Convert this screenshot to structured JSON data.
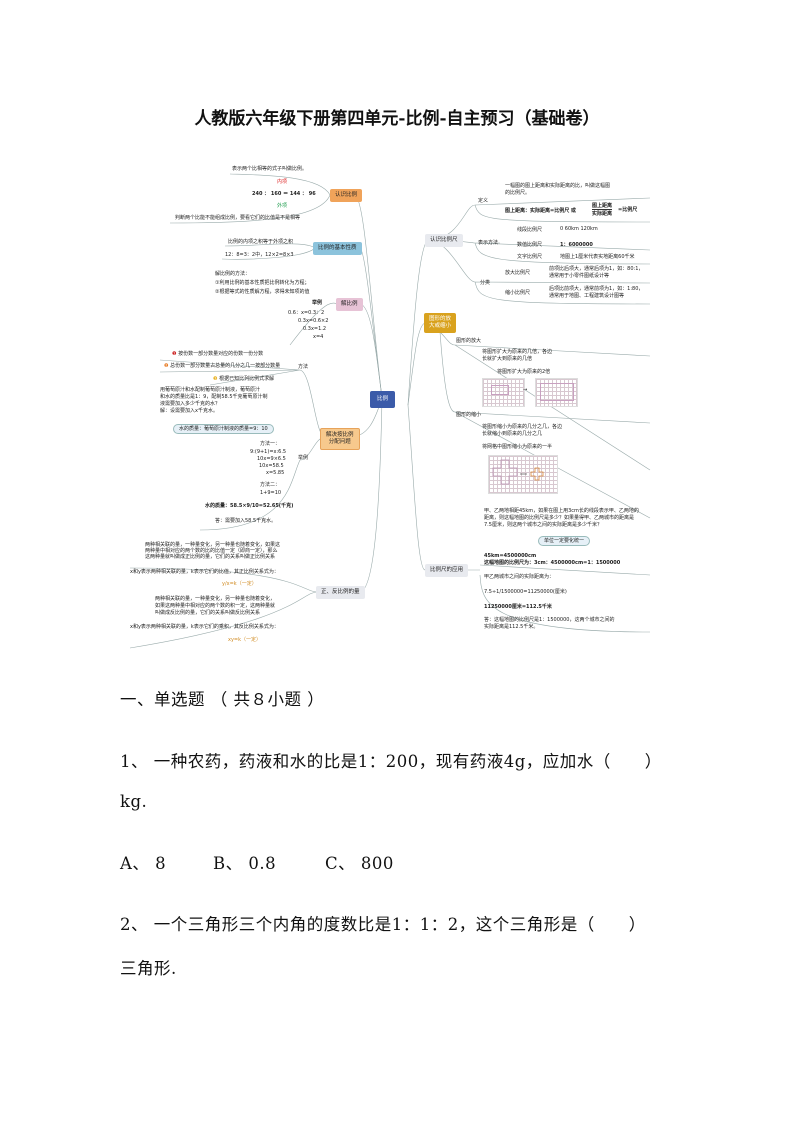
{
  "title": "人教版六年级下册第四单元-比例-自主预习（基础卷）",
  "mindmap": {
    "center": "比例",
    "colors": {
      "center": "#3b5ba9",
      "orange": "#f0a35a",
      "blue": "#8cc3dc",
      "pink": "#e7c3d6",
      "gold": "#d9a21e",
      "grey": "#e8eaef"
    },
    "left": {
      "n1": "认识比例",
      "n1_items": [
        "表示两个比相等的式子叫做比例。",
        "内项",
        "240 ： 160 ＝ 144 ： 96",
        "外项",
        "判断两个比能不能组成比例，要看它们的比值是不是相等"
      ],
      "n2": "比例的基本性质",
      "n2_items": [
        "比例的内项之积等于外项之积",
        "12：8=3：2中，12×2=8×3"
      ],
      "n3": "解比例",
      "n3_items": [
        "解比例的方法：",
        "①利用比例的基本性质把比例转化为方程；",
        "②根据等式的性质解方程，求得未知项的值",
        "举例",
        "0.6：x=0.3：2",
        "0.3x=0.6×2",
        "0.3x=1.2",
        "x=4"
      ],
      "n4": [
        "解决按比例",
        "分配问题"
      ],
      "n4_method": "方法",
      "n4_methods": [
        "按份数一部分数量对应的份数一份分数",
        "总份数一部分数量占总量的几分之几一按部分数量",
        "根据已知比列比例式求解"
      ],
      "n4_example": "举例",
      "n4_problem": [
        "用葡萄原汁和水配制葡萄原汁制液，葡萄原汁",
        "和水的质量比是1：9，配制58.5千克葡萄原汁制",
        "液需要加入多少千克的水？",
        "解：设需要加入x千克水。"
      ],
      "n4_bubble": "水的质量：葡萄原汁制液的质量=9：10",
      "n4_m1": [
        "方法一：",
        "9:(9+1)=x:6.5",
        "10x=9×6.5",
        "10x=58.5",
        "x=5.85"
      ],
      "n4_m2": [
        "方法二：",
        "1+9=10"
      ],
      "n4_calc": "水的质量：58.5×9/10=52.65(千克)",
      "n4_answer": "答：需要加入58.5千克水。",
      "n5": "正、反比例的量",
      "n5_items": [
        "两种相关联的量，一种量变化，另一种量也随着变化，如果这",
        "两种量中相对应的两个数的比的比值一定（即商一定），那么",
        "这两种量就叫做成正比例的量，它们的关系叫做正比例关系",
        "x和y表示两种相关联的量，k表示它们的比值，其正比例关系式为：",
        "y/x=k（一定）",
        "两种相关联的量，一种量变化，另一种量也随着变化，",
        "如果这两种量中相对应的两个数的积一定，这两种量就",
        "叫做成反比例的量，它们的关系叫做反比例关系",
        "x和y表示两种相关联的量，k表示它们的乘积，其反比例关系式为：",
        "xy=k（一定）"
      ]
    },
    "right": {
      "n1": "认识比例尺",
      "def": "定义",
      "def_items": [
        "一幅图的图上距离和实际距离的比，叫做这幅图",
        "的比例尺。",
        "图上距离：实际距离=比例尺  或",
        "图上距离",
        "实际距离",
        "=比例尺"
      ],
      "show": "表示方法",
      "show_items": [
        "线段比例尺",
        "0   60km   120km",
        "数值比例尺",
        "1：6000000",
        "文字比例尺",
        "地图上1厘米代表实地距离60千米"
      ],
      "cls": "分类",
      "cls_items": [
        "放大比例尺",
        "前项比后项大，通常后项为1，如：80:1，",
        "通常用于小零件图纸设计等",
        "缩小比例尺",
        "后项比前项大，通常前项为1，如：1:80，",
        "通常用于地图、工程建筑设计图等"
      ],
      "n2": [
        "图形的放",
        "大或缩小"
      ],
      "enl": "图形的放大",
      "enl_items": [
        "将图形扩大为原来的几倍，各边",
        "长就扩大到原来的几倍",
        "将图形扩大为原来的2倍"
      ],
      "shr": "图形的缩小",
      "shr_items": [
        "将图形缩小为原来的几分之几，各边",
        "长就缩小到原来的几分之几",
        "将网格中图形缩小为原来的一半"
      ],
      "n3": "比例尺的应用",
      "app_problem": [
        "甲、乙两地相距45km，如果在图上用3cm长的线段表示甲、乙两地的",
        "距离，则这幅地图的比例尺是多少？如果量得甲、乙两城市的距离是",
        "7.5厘米，则这两个城市之间的实际距离是多少千米？"
      ],
      "app_bubble": "单位一定要化统一",
      "app_items": [
        "45km=4500000cm",
        "这幅地图的比例尺为：3cm：4500000cm=1：1500000",
        "甲乙两城市之间的实际距离为：",
        "7.5÷1/1500000=11250000(厘米)",
        "11250000厘米=112.5千米",
        "答：这幅地图的比例尺是1：1500000，这两个城市之间的",
        "实际距离是112.5千米。"
      ]
    }
  },
  "section": "一、单选题 （ 共８小题 ）",
  "questions": [
    {
      "stem": "1、 一种农药，药液和水的比是1：200，现有药液4g，应加水（　　）",
      "stem2": "kg.",
      "options": [
        "A、 8",
        "B、 0.8",
        "C、 800"
      ]
    },
    {
      "stem": "2、 一个三角形三个内角的度数比是1：1：2，这个三角形是（　　）",
      "stem2": "三角形."
    }
  ]
}
